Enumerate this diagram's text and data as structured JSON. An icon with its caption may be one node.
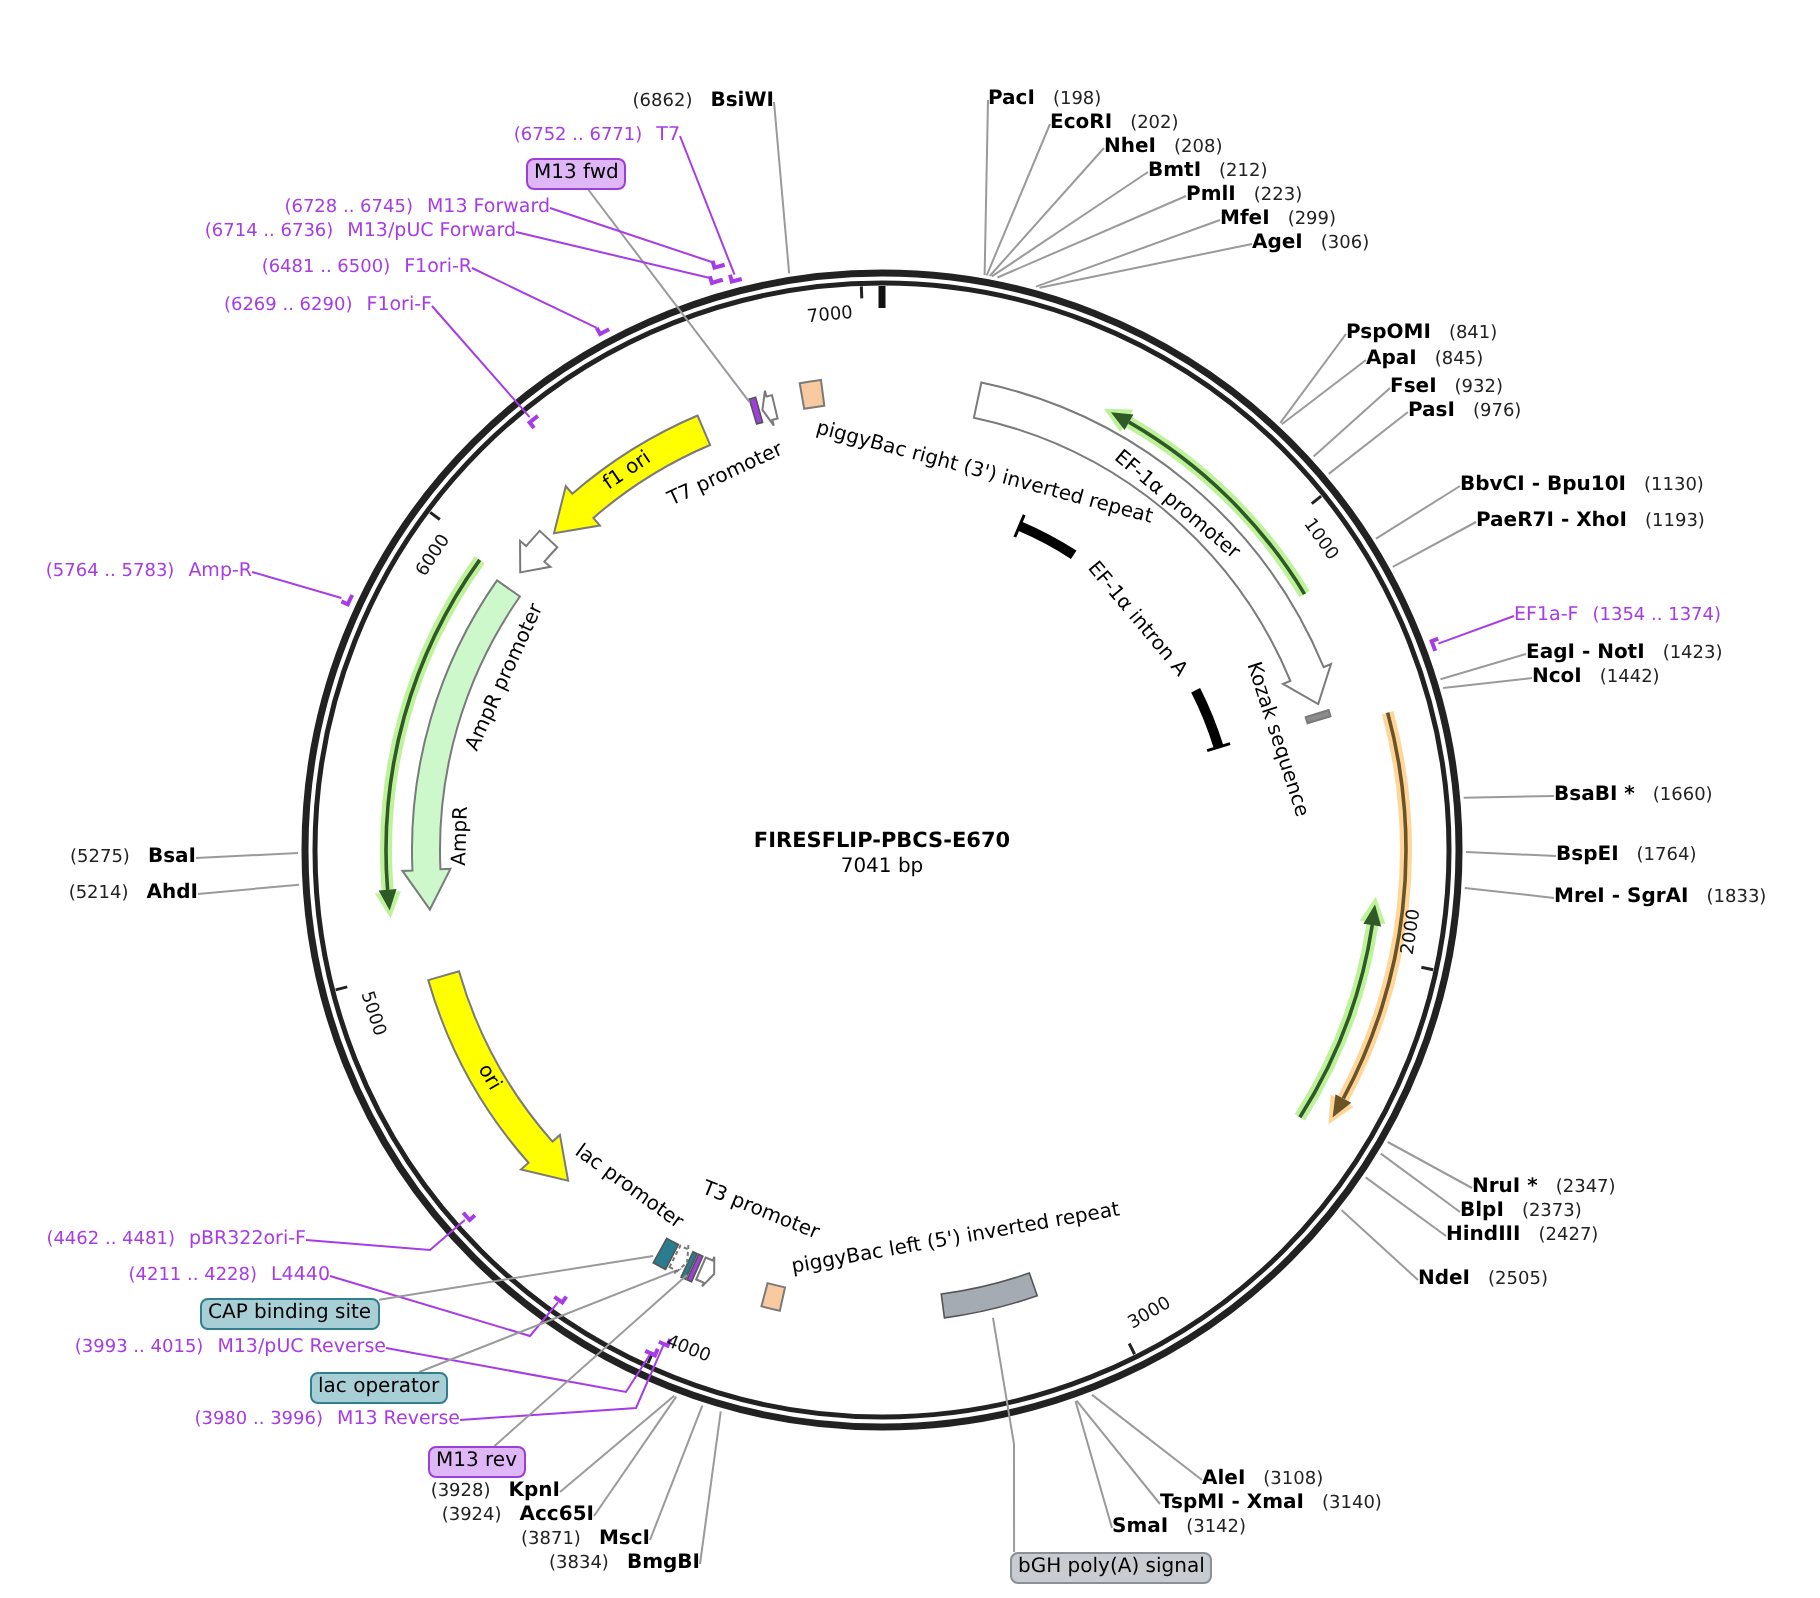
{
  "diagram": {
    "title": "FIRESFLIP-PBCS-E670",
    "nodes": [
      {
        "text": [
          "BsiWI"
        ],
        "beside": [
          "(6862)"
        ]
      },
      {
        "text": [
          "T7"
        ],
        "beside": [
          "(6752 .. 6771)"
        ]
      },
      {
        "text": [
          "M13 fwd"
        ]
      },
      {
        "text": [
          "M13 Forward"
        ],
        "beside": [
          "(6728 .. 6745)"
        ]
      },
      {
        "text": [
          "M13/pUC Forward"
        ],
        "beside": [
          "(6714 .. 6736)"
        ]
      },
      {
        "text": [
          "F1ori-R"
        ],
        "beside": [
          "(6481 .. 6500)"
        ]
      },
      {
        "text": [
          "F1ori-F"
        ],
        "beside": [
          "(6269 .. 6290)"
        ]
      },
      {
        "text": [
          "PacI"
        ],
        "beside": [
          "(198)"
        ]
      },
      {
        "text": [
          "EcoRI"
        ],
        "beside": [
          "(202)"
        ]
      },
      {
        "text": [
          "NheI"
        ],
        "beside": [
          "(208)"
        ]
      },
      {
        "text": [
          "BmtI"
        ],
        "beside": [
          "(212)"
        ]
      },
      {
        "text": [
          "PmlI"
        ],
        "beside": [
          "(223)"
        ]
      },
      {
        "text": [
          "MfeI"
        ],
        "beside": [
          "(299)"
        ]
      },
      {
        "text": [
          "AgeI"
        ],
        "beside": [
          "(306)"
        ]
      },
      {
        "text": [
          "PspOMI"
        ],
        "beside": [
          "(841)"
        ]
      },
      {
        "text": [
          "ApaI"
        ],
        "beside": [
          "(845)"
        ]
      },
      {
        "text": [
          "FseI"
        ],
        "beside": [
          "(932)"
        ]
      },
      {
        "text": [
          "PasI"
        ],
        "beside": [
          "(976)"
        ]
      },
      {
        "text": [
          "BbvCI - Bpu10I"
        ],
        "beside": [
          "(1130)"
        ]
      },
      {
        "text": [
          "PaeR7I - XhoI"
        ],
        "beside": [
          "(1193)"
        ]
      },
      {
        "text": [
          "EF1a-F"
        ],
        "beside": [
          "(1354 .. 1374)"
        ]
      },
      {
        "text": [
          "EagI - NotI"
        ],
        "beside": [
          "(1423)"
        ]
      },
      {
        "text": [
          "NcoI"
        ],
        "beside": [
          "(1442)"
        ]
      },
      {
        "text": [
          "Amp-R"
        ],
        "beside": [
          "(5764 .. 5783)"
        ]
      },
      {
        "text": [
          "BsaBI *"
        ],
        "beside": [
          "(1660)"
        ]
      },
      {
        "text": [
          "BspEI"
        ],
        "beside": [
          "(1764)"
        ]
      },
      {
        "text": [
          "MreI - SgrAI"
        ],
        "beside": [
          "(1833)"
        ]
      },
      {
        "text": [
          "BsaI"
        ],
        "beside": [
          "(5275)"
        ]
      },
      {
        "text": [
          "AhdI"
        ],
        "beside": [
          "(5214)"
        ]
      },
      {
        "text": [
          "NruI *"
        ],
        "beside": [
          "(2347)"
        ]
      },
      {
        "text": [
          "BlpI"
        ],
        "beside": [
          "(2373)"
        ]
      },
      {
        "text": [
          "HindIII"
        ],
        "beside": [
          "(2427)"
        ]
      },
      {
        "text": [
          "NdeI"
        ],
        "beside": [
          "(2505)"
        ]
      },
      {
        "text": [
          "pBR322ori-F"
        ],
        "beside": [
          "(4462 .. 4481)"
        ]
      },
      {
        "text": [
          "L4440"
        ],
        "beside": [
          "(4211 .. 4228)"
        ]
      },
      {
        "text": [
          "CAP binding site"
        ]
      },
      {
        "text": [
          "M13/pUC Reverse"
        ],
        "beside": [
          "(3993 .. 4015)"
        ]
      },
      {
        "text": [
          "lac operator"
        ]
      },
      {
        "text": [
          "M13 Reverse"
        ],
        "beside": [
          "(3980 .. 3996)"
        ]
      },
      {
        "text": [
          "M13 rev"
        ]
      },
      {
        "text": [
          "AleI"
        ],
        "beside": [
          "(3108)"
        ]
      },
      {
        "text": [
          "TspMI - XmaI"
        ],
        "beside": [
          "(3140)"
        ]
      },
      {
        "text": [
          "SmaI"
        ],
        "beside": [
          "(3142)"
        ]
      },
      {
        "text": [
          "KpnI"
        ],
        "beside": [
          "(3928)"
        ]
      },
      {
        "text": [
          "Acc65I"
        ],
        "beside": [
          "(3924)"
        ]
      },
      {
        "text": [
          "MscI"
        ],
        "beside": [
          "(3871)"
        ]
      },
      {
        "text": [
          "BmgBI"
        ],
        "beside": [
          "(3834)"
        ]
      },
      {
        "text": [
          "bGH poly(A) signal"
        ]
      },
      {
        "text": [
          "T7 promoter"
        ]
      },
      {
        "text": [
          "piggyBac right (3') inverted repeat"
        ]
      },
      {
        "text": [
          "EF-1α promoter"
        ]
      },
      {
        "text": [
          "f1 ori"
        ]
      },
      {
        "text": [
          "AmpR promoter"
        ]
      },
      {
        "text": [
          "EF-1α intron A"
        ]
      },
      {
        "text": [
          "Kozak sequence"
        ]
      },
      {
        "text": [
          "AmpR"
        ]
      },
      {
        "text": [
          "ori"
        ]
      },
      {
        "text": [
          "lac promoter"
        ]
      },
      {
        "text": [
          "T3 promoter"
        ]
      },
      {
        "text": [
          "piggyBac left (5') inverted repeat"
        ]
      },
      {
        "text": [],
        "shape": "box"
      },
      {
        "text": [],
        "shape": "box"
      },
      {
        "text": [],
        "shape": "box"
      },
      {
        "text": [],
        "shape": "box"
      },
      {
        "text": [],
        "shape": "box"
      },
      {
        "text": [],
        "shape": "arrow"
      },
      {
        "text": [],
        "shape": "arrow"
      },
      {
        "text": [],
        "shape": "arrow"
      },
      {
        "text": [],
        "shape": "arrow"
      },
      {
        "text": [],
        "shape": "bar"
      },
      {
        "text": [],
        "shape": "bar"
      },
      {
        "text": [],
        "shape": "bar"
      },
      {
        "text": [],
        "shape": "bar"
      },
      {
        "text": [],
        "shape": "bar"
      },
      {
        "text": [],
        "shape": "bar"
      },
      {
        "text": [],
        "shape": "bar"
      },
      {
        "text": [],
        "shape": "bar"
      },
      {
        "text": [],
        "shape": "bar"
      },
      {
        "text": [],
        "shape": "bar"
      },
      {
        "text": [],
        "shape": "bar"
      }
    ],
    "edges": [
      {
        "from": 0,
        "to": null,
        "arrow": "none"
      },
      {
        "from": 1,
        "to": 69,
        "arrow": "none",
        "color": "#a63ce6"
      },
      {
        "from": 2,
        "to": 60,
        "arrow": "none"
      },
      {
        "from": 3,
        "to": 70,
        "arrow": "none",
        "color": "#a63ce6"
      },
      {
        "from": 4,
        "to": 71,
        "arrow": "none",
        "color": "#a63ce6"
      },
      {
        "from": 5,
        "to": 72,
        "arrow": "none",
        "color": "#a63ce6"
      },
      {
        "from": 6,
        "to": 73,
        "arrow": "none",
        "color": "#a63ce6"
      },
      {
        "from": 7,
        "to": null,
        "arrow": "none"
      },
      {
        "from": 8,
        "to": null,
        "arrow": "none"
      },
      {
        "from": 9,
        "to": null,
        "arrow": "none"
      },
      {
        "from": 10,
        "to": null,
        "arrow": "none"
      },
      {
        "from": 11,
        "to": null,
        "arrow": "none"
      },
      {
        "from": 12,
        "to": null,
        "arrow": "none"
      },
      {
        "from": 13,
        "to": null,
        "arrow": "none"
      },
      {
        "from": 14,
        "to": null,
        "arrow": "none"
      },
      {
        "from": 15,
        "to": null,
        "arrow": "none"
      },
      {
        "from": 16,
        "to": null,
        "arrow": "none"
      },
      {
        "from": 17,
        "to": null,
        "arrow": "none"
      },
      {
        "from": 18,
        "to": null,
        "arrow": "none"
      },
      {
        "from": 19,
        "to": null,
        "arrow": "none"
      },
      {
        "from": 20,
        "to": 74,
        "arrow": "none",
        "color": "#a63ce6"
      },
      {
        "from": 21,
        "to": null,
        "arrow": "none"
      },
      {
        "from": 22,
        "to": null,
        "arrow": "none"
      },
      {
        "from": 23,
        "to": 75,
        "arrow": "none",
        "color": "#a63ce6"
      },
      {
        "from": 24,
        "to": null,
        "arrow": "none"
      },
      {
        "from": 25,
        "to": null,
        "arrow": "none"
      },
      {
        "from": 26,
        "to": null,
        "arrow": "none"
      },
      {
        "from": 27,
        "to": null,
        "arrow": "none"
      },
      {
        "from": 28,
        "to": null,
        "arrow": "none"
      },
      {
        "from": 29,
        "to": null,
        "arrow": "none"
      },
      {
        "from": 30,
        "to": null,
        "arrow": "none"
      },
      {
        "from": 31,
        "to": null,
        "arrow": "none"
      },
      {
        "from": 32,
        "to": null,
        "arrow": "none"
      },
      {
        "from": 33,
        "to": 76,
        "arrow": "none",
        "color": "#a63ce6"
      },
      {
        "from": 34,
        "to": 77,
        "arrow": "none",
        "color": "#a63ce6"
      },
      {
        "from": 35,
        "to": 61,
        "arrow": "none"
      },
      {
        "from": 36,
        "to": 78,
        "arrow": "none",
        "color": "#a63ce6"
      },
      {
        "from": 37,
        "to": 62,
        "arrow": "none"
      },
      {
        "from": 38,
        "to": 79,
        "arrow": "none",
        "color": "#a63ce6"
      },
      {
        "from": 39,
        "to": 63,
        "arrow": "none"
      },
      {
        "from": 40,
        "to": null,
        "arrow": "none"
      },
      {
        "from": 41,
        "to": null,
        "arrow": "none"
      },
      {
        "from": 42,
        "to": null,
        "arrow": "none"
      },
      {
        "from": 43,
        "to": null,
        "arrow": "none"
      },
      {
        "from": 44,
        "to": null,
        "arrow": "none"
      },
      {
        "from": 45,
        "to": null,
        "arrow": "none"
      },
      {
        "from": 46,
        "to": null,
        "arrow": "none"
      },
      {
        "from": 47,
        "to": 64,
        "arrow": "none"
      }
    ],
    "labels": [
      "7000",
      "1000",
      "6000",
      "7041 bp",
      "2000",
      "5000",
      "3000",
      "4000"
    ]
  }
}
